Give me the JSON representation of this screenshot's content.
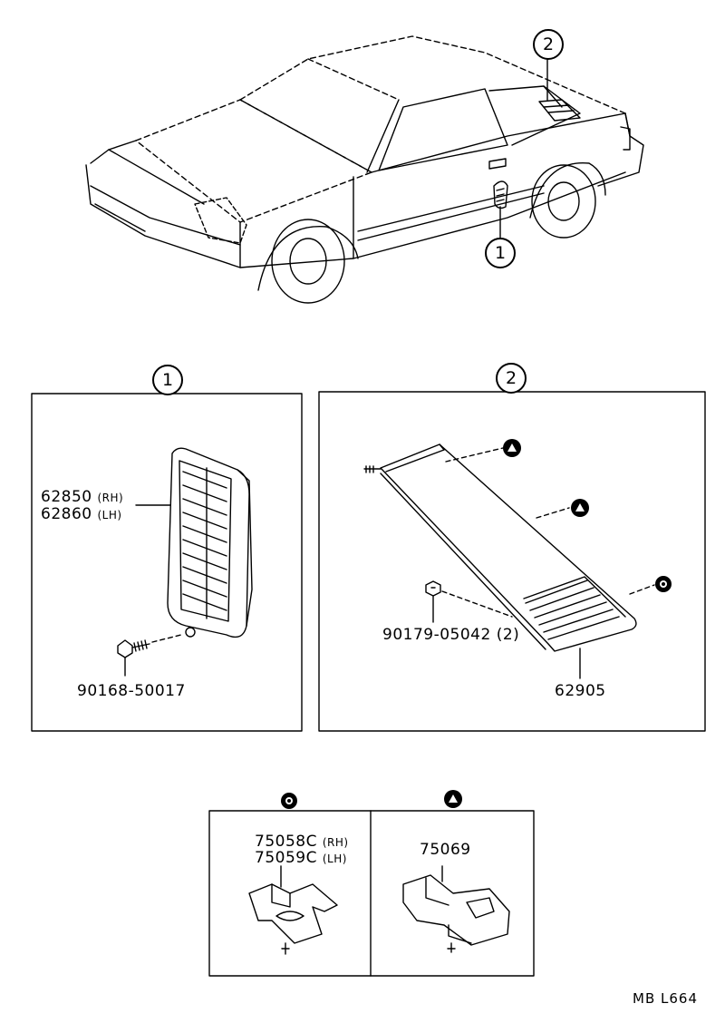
{
  "callouts": {
    "one": "1",
    "two": "2"
  },
  "panel1": {
    "part_a": "62850",
    "part_a_side": "(RH)",
    "part_b": "62860",
    "part_b_side": "(LH)",
    "screw": "90168-50017"
  },
  "panel2": {
    "nut": "90179-05042 (2)",
    "louver": "62905"
  },
  "clips": {
    "clip_a": "75058C",
    "clip_a_side": "(RH)",
    "clip_b": "75059C",
    "clip_b_side": "(LH)",
    "clip_c": "75069"
  },
  "footer": {
    "code": "MB  L664"
  },
  "symbols": {
    "circle_mark": "circle-dot-symbol",
    "triangle_mark": "triangle-symbol"
  }
}
